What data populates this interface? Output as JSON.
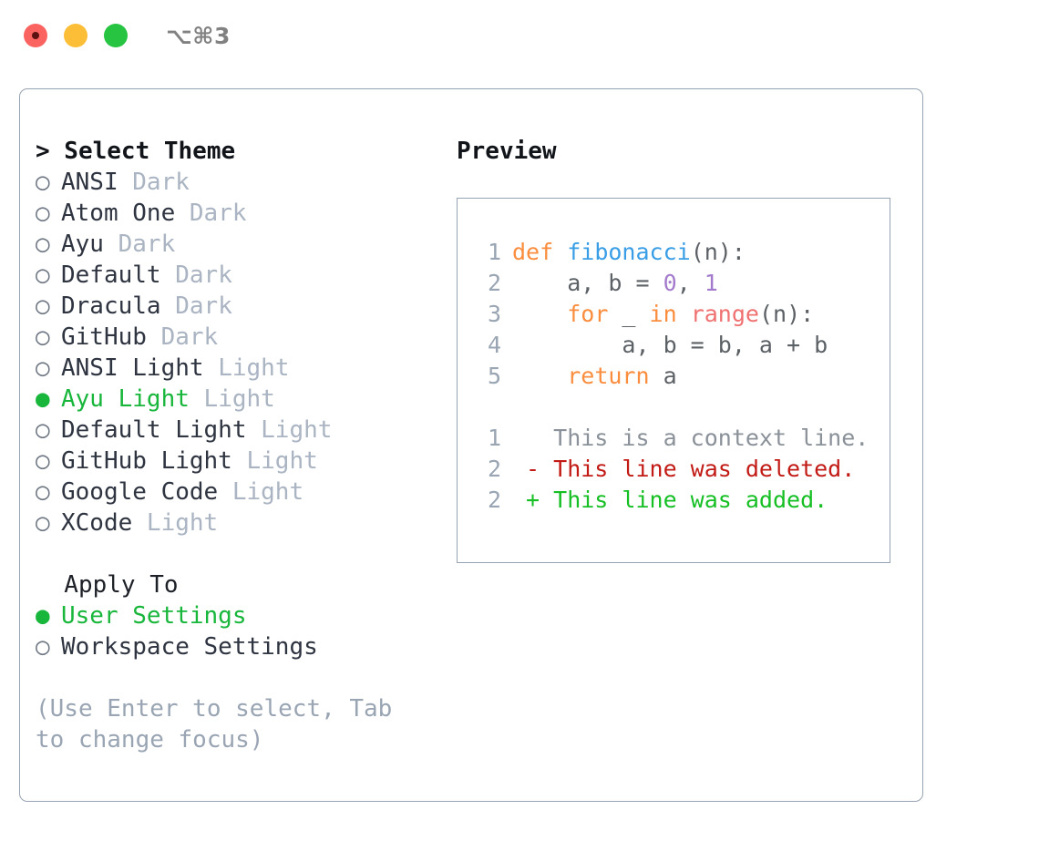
{
  "titlebar": {
    "shortcut": "⌥⌘3",
    "lights": [
      {
        "name": "close",
        "color": "#fb6360"
      },
      {
        "name": "minimize",
        "color": "#fcbe37"
      },
      {
        "name": "zoom",
        "color": "#26c440"
      }
    ]
  },
  "theme_picker": {
    "heading": "> Select Theme",
    "options": [
      {
        "bullet": "○",
        "name": "ANSI",
        "tag": "Dark",
        "selected": false
      },
      {
        "bullet": "○",
        "name": "Atom One",
        "tag": "Dark",
        "selected": false
      },
      {
        "bullet": "○",
        "name": "Ayu",
        "tag": "Dark",
        "selected": false
      },
      {
        "bullet": "○",
        "name": "Default",
        "tag": "Dark",
        "selected": false
      },
      {
        "bullet": "○",
        "name": "Dracula",
        "tag": "Dark",
        "selected": false
      },
      {
        "bullet": "○",
        "name": "GitHub",
        "tag": "Dark",
        "selected": false
      },
      {
        "bullet": "○",
        "name": "ANSI Light",
        "tag": "Light",
        "selected": false
      },
      {
        "bullet": "●",
        "name": "Ayu Light",
        "tag": "Light",
        "selected": true
      },
      {
        "bullet": "○",
        "name": "Default Light",
        "tag": "Light",
        "selected": false
      },
      {
        "bullet": "○",
        "name": "GitHub Light",
        "tag": "Light",
        "selected": false
      },
      {
        "bullet": "○",
        "name": "Google Code",
        "tag": "Light",
        "selected": false
      },
      {
        "bullet": "○",
        "name": "XCode",
        "tag": "Light",
        "selected": false
      }
    ]
  },
  "apply_to": {
    "heading": "  Apply To",
    "options": [
      {
        "bullet": "●",
        "name": "User Settings",
        "selected": true
      },
      {
        "bullet": "○",
        "name": "Workspace Settings",
        "selected": false
      }
    ]
  },
  "hint": "(Use Enter to select, Tab to change focus)",
  "preview": {
    "title": "Preview",
    "code_lines": [
      {
        "num": "1",
        "tokens": [
          {
            "t": "def ",
            "c": "kw"
          },
          {
            "t": "fibonacci",
            "c": "fn"
          },
          {
            "t": "(n):",
            "c": "plain"
          }
        ]
      },
      {
        "num": "2",
        "tokens": [
          {
            "t": "    a, b = ",
            "c": "plain"
          },
          {
            "t": "0",
            "c": "num"
          },
          {
            "t": ", ",
            "c": "plain"
          },
          {
            "t": "1",
            "c": "num"
          }
        ]
      },
      {
        "num": "3",
        "tokens": [
          {
            "t": "    ",
            "c": "plain"
          },
          {
            "t": "for",
            "c": "kw"
          },
          {
            "t": " _ ",
            "c": "plain"
          },
          {
            "t": "in",
            "c": "kw"
          },
          {
            "t": " ",
            "c": "plain"
          },
          {
            "t": "range",
            "c": "call"
          },
          {
            "t": "(n):",
            "c": "plain"
          }
        ]
      },
      {
        "num": "4",
        "tokens": [
          {
            "t": "        a, b = b, a + b",
            "c": "plain"
          }
        ]
      },
      {
        "num": "5",
        "tokens": [
          {
            "t": "    ",
            "c": "plain"
          },
          {
            "t": "return",
            "c": "kw"
          },
          {
            "t": " a",
            "c": "plain"
          }
        ]
      }
    ],
    "diff_lines": [
      {
        "num": "1",
        "marker": "  ",
        "text": "This is a context line.",
        "kind": "context"
      },
      {
        "num": "2",
        "marker": "- ",
        "text": "This line was deleted.",
        "kind": "deleted"
      },
      {
        "num": "2",
        "marker": "+ ",
        "text": "This line was added.",
        "kind": "added"
      }
    ]
  },
  "colors": {
    "accent_green": "#19b63c",
    "border": "#97a3b3",
    "muted": "#aab4c2",
    "keyword": "#fa8d3e",
    "function": "#399ee6",
    "number": "#a37acc",
    "call": "#f07171",
    "diff_deleted": "#c21b16",
    "diff_added": "#16bf24"
  }
}
